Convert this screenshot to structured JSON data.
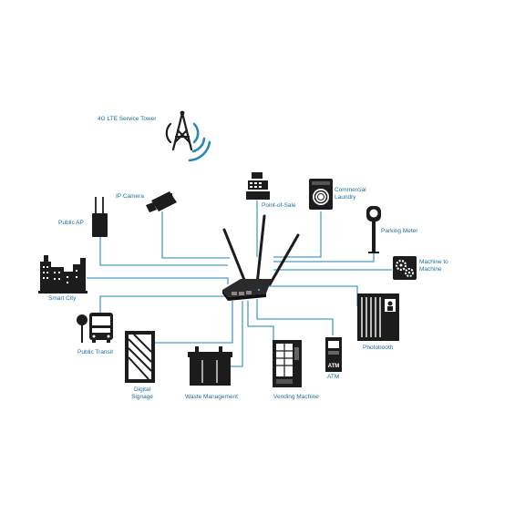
{
  "diagram": {
    "accent_color": "#4a9cc7",
    "icon_color": "#1c1c1c",
    "tower": {
      "label": "4G LTE Service Tower",
      "icon": "cell-tower-icon"
    },
    "hub": {
      "icon": "lte-router-icon"
    },
    "nodes": [
      {
        "id": "ip-camera",
        "label": "IP Camera",
        "icon": "ip-camera-icon"
      },
      {
        "id": "public-ap",
        "label": "Public AP",
        "icon": "access-point-icon"
      },
      {
        "id": "point-of-sale",
        "label": "Point-of-Sale",
        "icon": "cash-register-icon"
      },
      {
        "id": "commercial-laundry",
        "label": "Commercial\nLaundry",
        "icon": "washing-machine-icon"
      },
      {
        "id": "parking-meter",
        "label": "Parking Meter",
        "icon": "parking-meter-icon"
      },
      {
        "id": "machine-to-machine",
        "label": "Machine to\nMachine",
        "icon": "gears-icon"
      },
      {
        "id": "smart-city",
        "label": "Smart City",
        "icon": "city-buildings-icon"
      },
      {
        "id": "public-transit",
        "label": "Public Transit",
        "icon": "bus-stop-icon"
      },
      {
        "id": "digital-signage",
        "label": "Digital\nSignage",
        "icon": "signage-display-icon"
      },
      {
        "id": "waste-management",
        "label": "Waste Management",
        "icon": "dumpster-icon"
      },
      {
        "id": "vending-machine",
        "label": "Vending Machine",
        "icon": "vending-machine-icon"
      },
      {
        "id": "atm",
        "label": "ATM",
        "icon": "atm-icon"
      },
      {
        "id": "photobooth",
        "label": "Photobooth",
        "icon": "photobooth-icon"
      }
    ]
  }
}
